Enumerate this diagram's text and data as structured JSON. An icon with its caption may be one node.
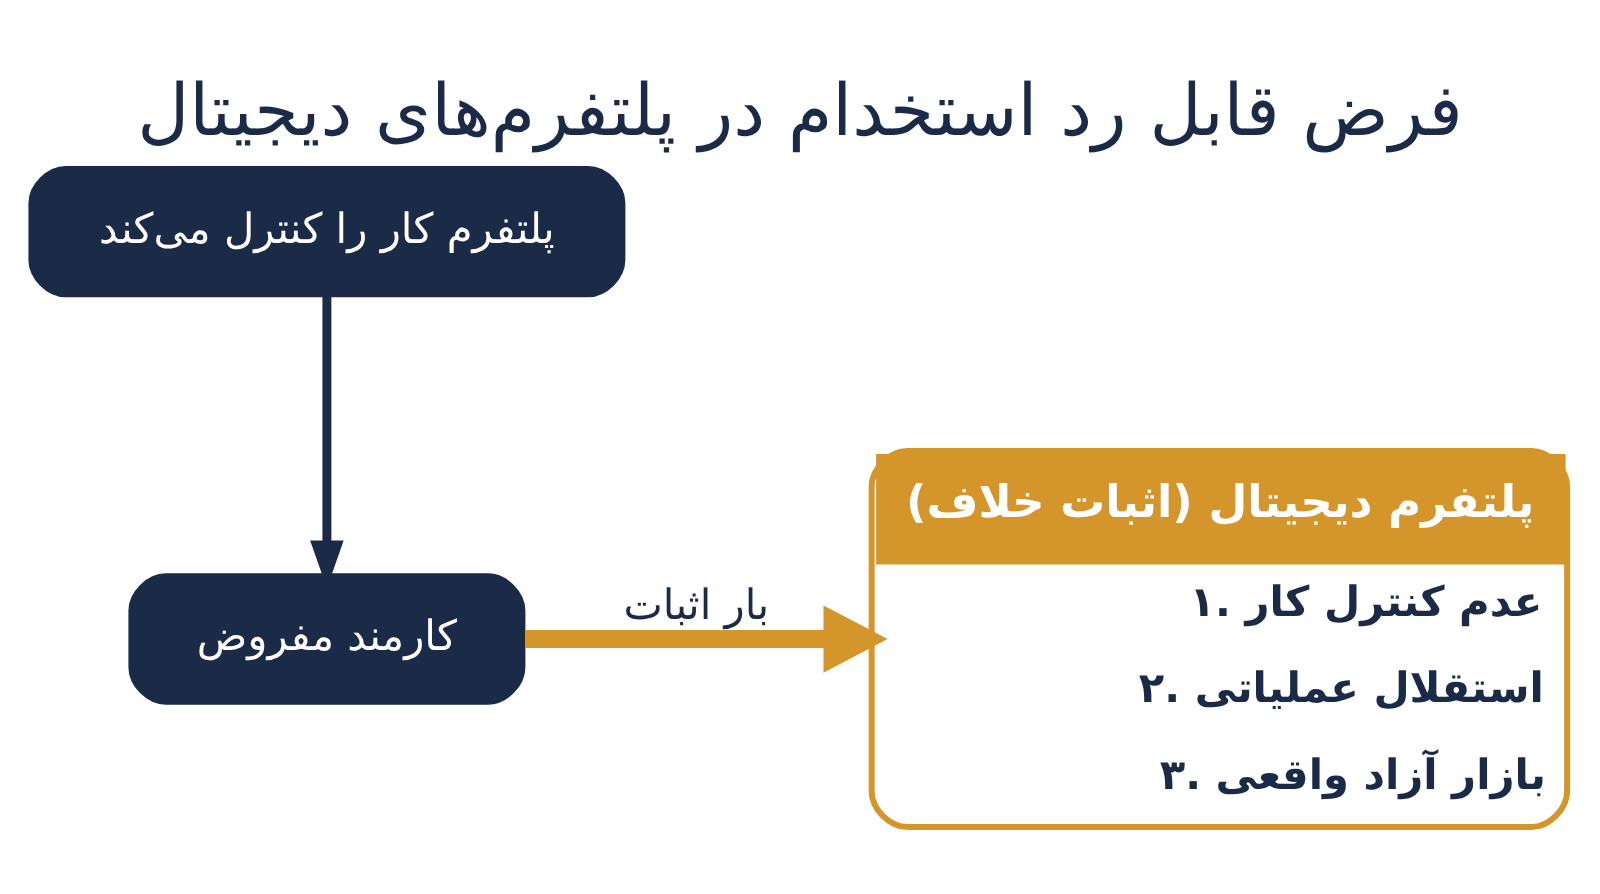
{
  "diagram": {
    "title": "فرض قابل رد استخدام در پلتفرم‌های دیجیتال",
    "nodes": [
      {
        "text": [
          "پلتفرم کار را کنترل می‌کند"
        ]
      },
      {
        "text": [
          "کارمند مفروض"
        ]
      },
      {
        "text": [
          "پلتفرم دیجیتال (اثبات خلاف)",
          "۱. عدم کنترل کار",
          "۲. استقلال عملیاتی",
          "۳. بازار آزاد واقعی"
        ]
      }
    ],
    "edges": [
      {
        "from": 0,
        "to": 1,
        "arrow": "to"
      },
      {
        "from": 1,
        "to": 2,
        "arrow": "to",
        "label": "بار اثبات",
        "style": "thick",
        "color": "#d4962a"
      }
    ]
  }
}
